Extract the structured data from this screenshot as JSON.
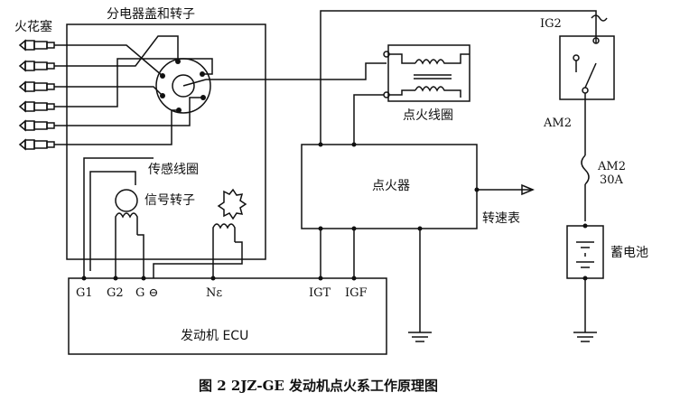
{
  "labels": {
    "spark_plug": "火花塞",
    "distributor": "分电器盖和转子",
    "ignition_coil": "点火线圈",
    "sensor_coil": "传感线圈",
    "signal_rotor": "信号转子",
    "igniter": "点火器",
    "tachometer": "转速表",
    "ig2": "IG2",
    "am2": "AM2",
    "fuse_name": "AM2",
    "fuse_rating": "30A",
    "battery": "蓄电池",
    "ecu": "发动机 ECU"
  },
  "ecu_pins": {
    "g1": "G1",
    "g2": "G2",
    "g_minus": "G ⊖",
    "ne": "Nε",
    "igt": "IGT",
    "igf": "IGF"
  },
  "caption": "图 2  2JZ-GE 发动机点火系工作原理图"
}
